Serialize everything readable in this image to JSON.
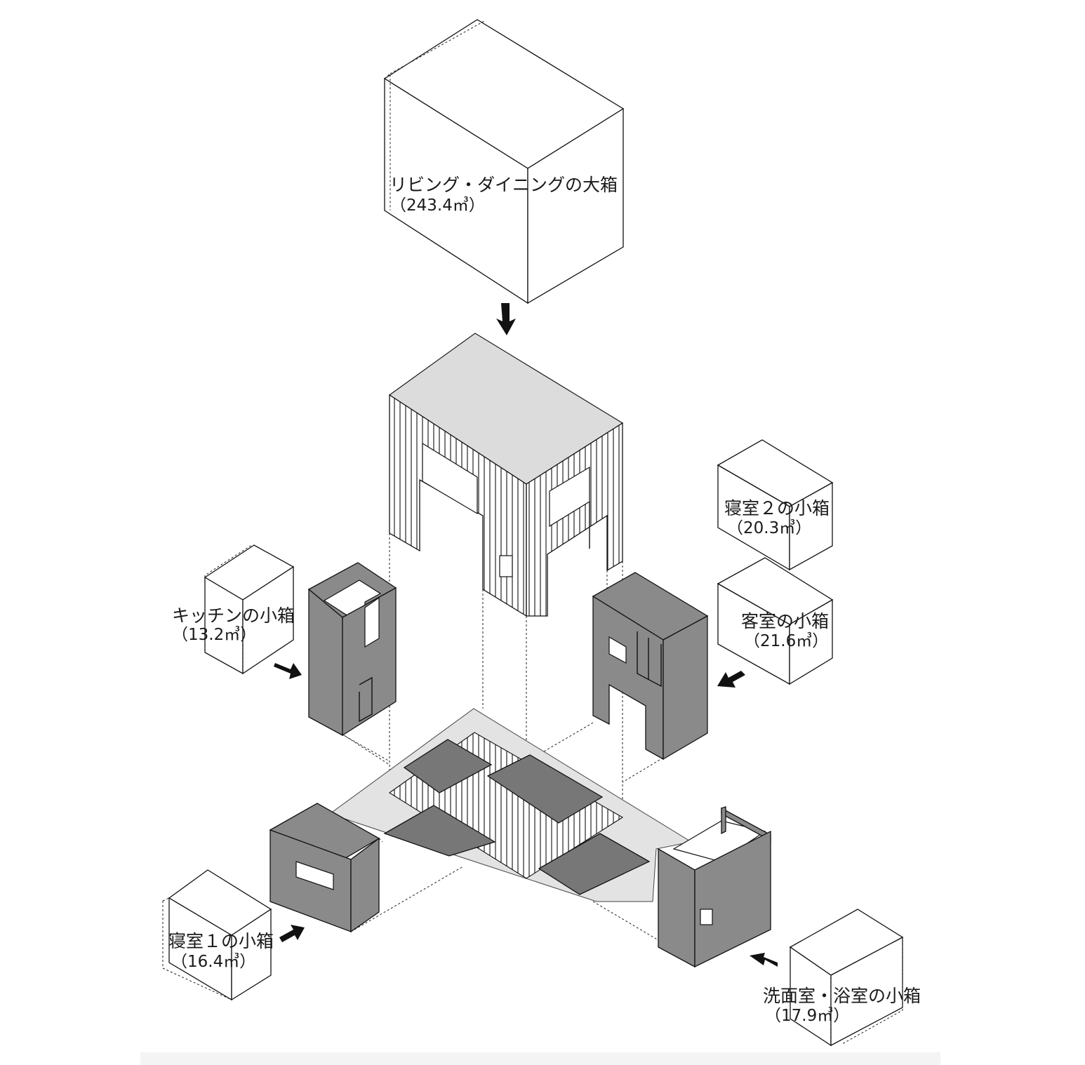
{
  "boxes": {
    "living_dining": {
      "label": "リビング・ダイニングの大箱",
      "volume": "（243.4㎥）"
    },
    "kitchen": {
      "label": "キッチンの小箱",
      "volume": "（13.2㎥）"
    },
    "bedroom2": {
      "label": "寝室２の小箱",
      "volume": "（20.3㎥）"
    },
    "guest_room": {
      "label": "客室の小箱",
      "volume": "（21.6㎥）"
    },
    "bedroom1": {
      "label": "寝室１の小箱",
      "volume": "（16.4㎥）"
    },
    "washroom_bath": {
      "label": "洗面室・浴室の小箱",
      "volume": "（17.9㎥）"
    }
  },
  "colors": {
    "outline": "#111111",
    "dark_fill": "#8a8a8a",
    "light_fill": "#dcdcdc",
    "background": "#ffffff"
  },
  "icons": [
    "arrow-down-icon",
    "arrow-right-icon",
    "arrow-left-icon",
    "arrow-up-right-icon",
    "arrow-up-left-icon"
  ]
}
